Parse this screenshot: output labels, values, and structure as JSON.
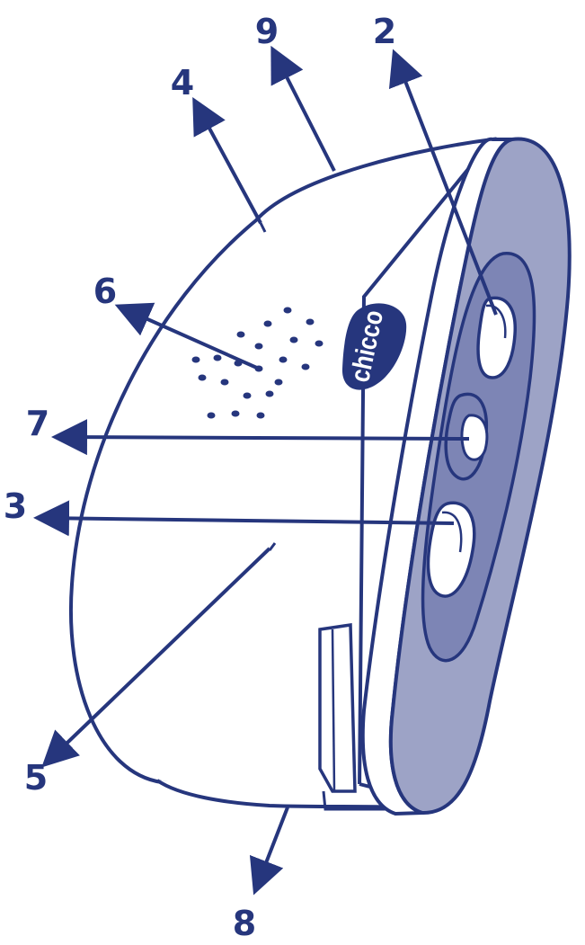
{
  "colors": {
    "ink": "#26367d",
    "panel": "#9da3c6",
    "panel_inner": "#7d85b5",
    "body": "#ffffff",
    "logo_bg": "#26367d",
    "logo_text": "#ffffff"
  },
  "logo": {
    "text": "chicco"
  },
  "callouts": [
    {
      "id": "callout-2",
      "label": "2"
    },
    {
      "id": "callout-9",
      "label": "9"
    },
    {
      "id": "callout-4",
      "label": "4"
    },
    {
      "id": "callout-6",
      "label": "6"
    },
    {
      "id": "callout-7",
      "label": "7"
    },
    {
      "id": "callout-3",
      "label": "3"
    },
    {
      "id": "callout-5",
      "label": "5"
    },
    {
      "id": "callout-8",
      "label": "8"
    }
  ]
}
